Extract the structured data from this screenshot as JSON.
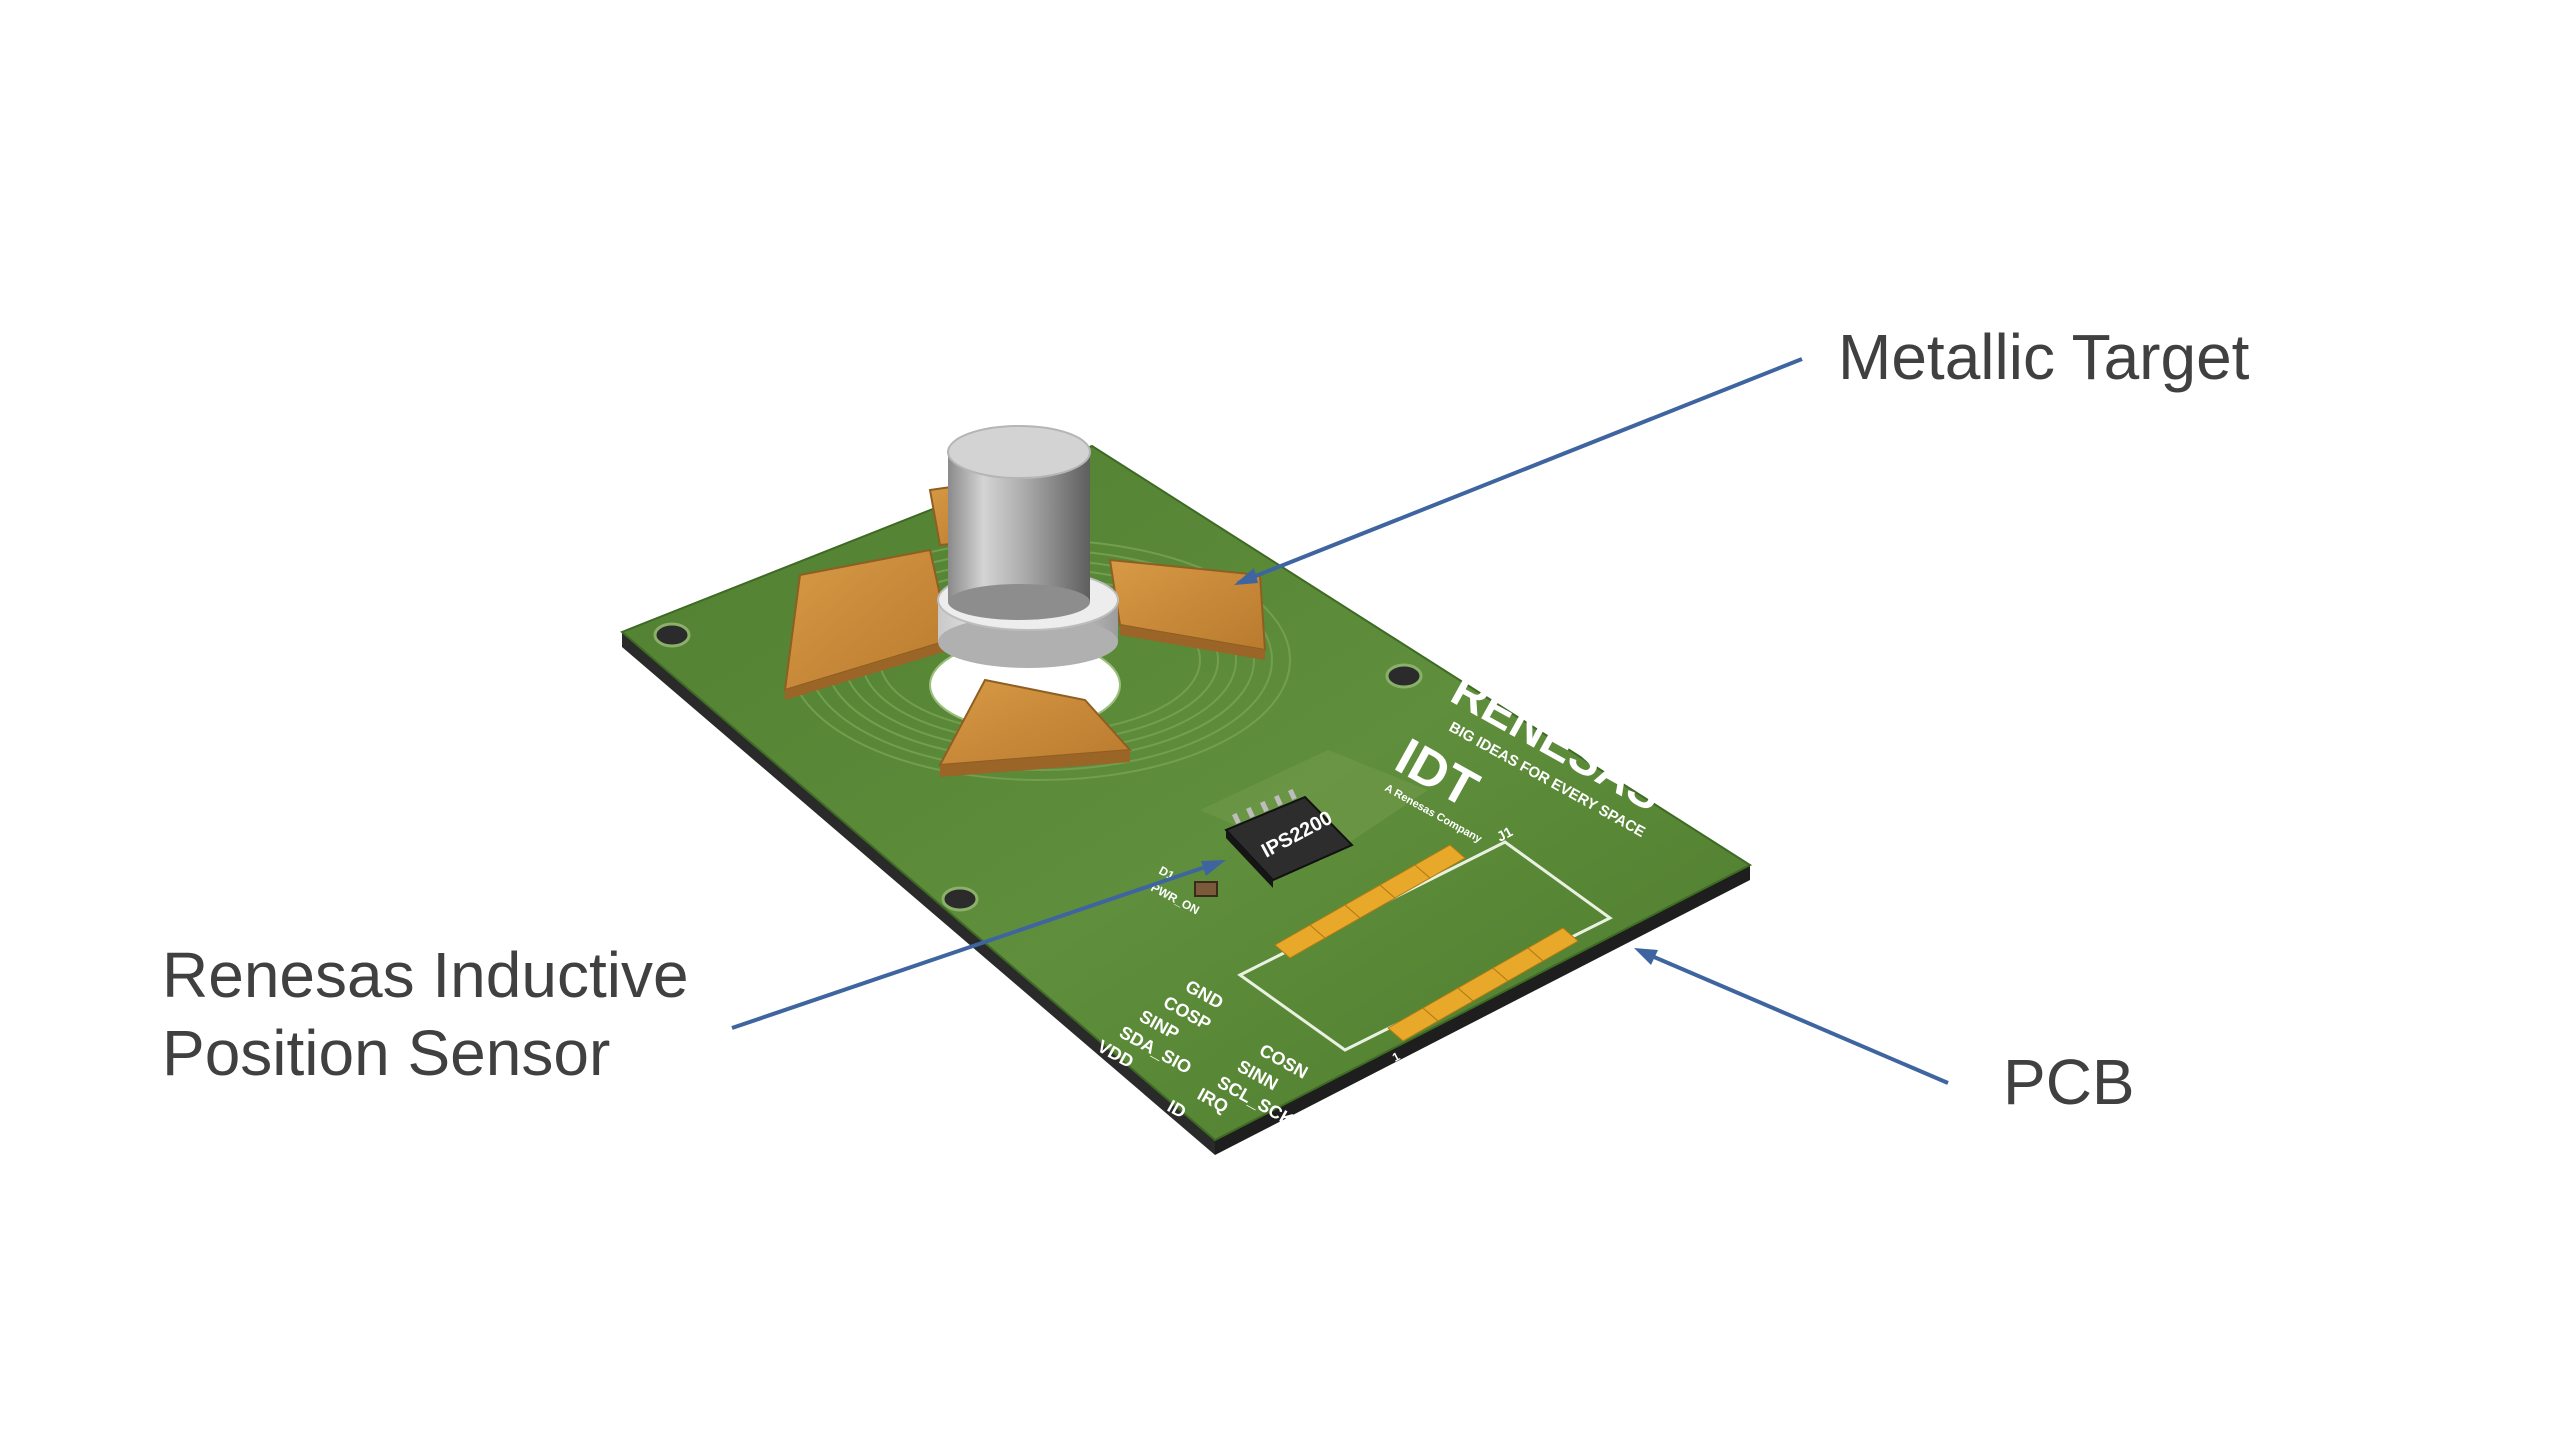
{
  "callouts": {
    "metallic_target": "Metallic Target",
    "sensor_line1": "Renesas Inductive",
    "sensor_line2": "Position Sensor",
    "pcb": "PCB"
  },
  "board": {
    "brand": "RENESAS",
    "slogan": "BIG IDEAS FOR EVERY SPACE",
    "idt_logo": "IDT",
    "idt_tagline": "A Renesas Company",
    "chip_label": "IPS2200",
    "connector_ref": "J1",
    "connector_pin1": "1",
    "led_ref": "D1",
    "led_label": "PWR_ON",
    "pin_labels_left": [
      "GND",
      "COSP",
      "SINP",
      "SDA_SIO",
      "VDD"
    ],
    "pin_labels_right": [
      "COSN",
      "SINN",
      "SCL_SCK",
      "IRQ",
      "ID"
    ]
  },
  "colors": {
    "pcb_green": "#5a8a3a",
    "pcb_edge": "#262626",
    "target_copper": "#c98a3a",
    "pad_gold": "#e8a82a",
    "callout_line": "#3f65a0",
    "callout_text": "#404040"
  }
}
